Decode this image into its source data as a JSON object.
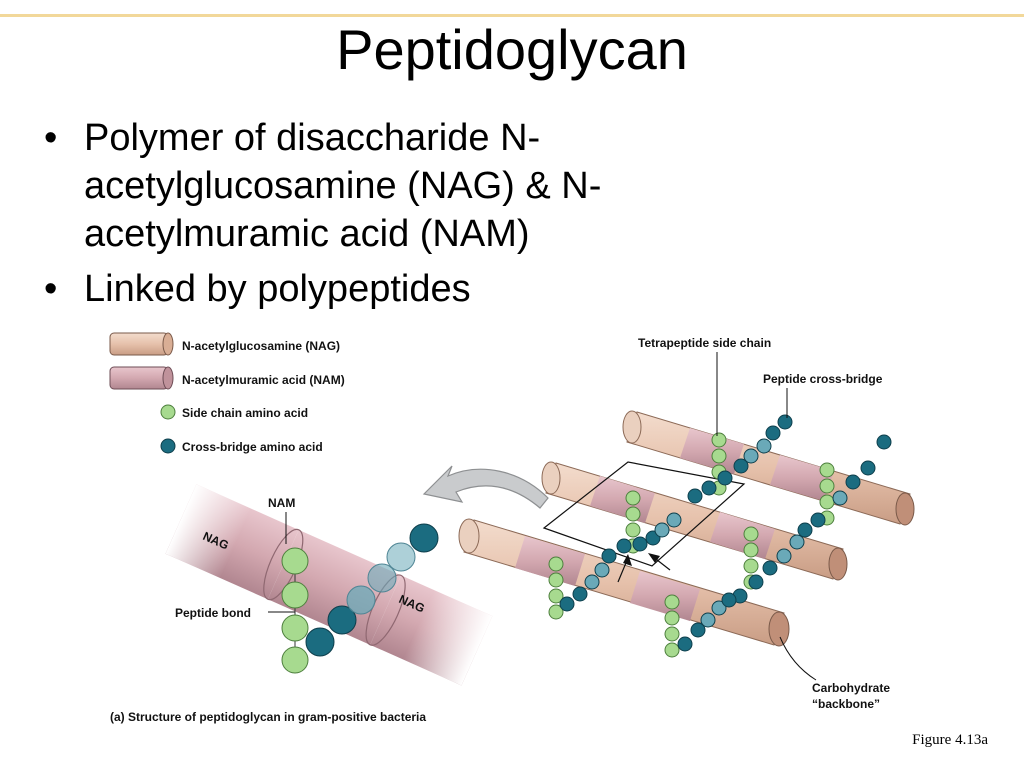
{
  "slide": {
    "title": "Peptidoglycan",
    "bullets": [
      "Polymer of disaccharide N-acetylglucosamine (NAG) & N-acetylmuramic acid (NAM)",
      "Linked by polypeptides"
    ],
    "figure_ref": "Figure 4.13a"
  },
  "figure": {
    "legend": [
      {
        "label": "N-acetylglucosamine (NAG)",
        "icon": "nag-cylinder-icon"
      },
      {
        "label": "N-acetylmuramic acid (NAM)",
        "icon": "nam-cylinder-icon"
      },
      {
        "label": "Side chain amino acid",
        "icon": "side-chain-amino-acid-icon"
      },
      {
        "label": "Cross-bridge amino acid",
        "icon": "cross-bridge-amino-acid-icon"
      }
    ],
    "callouts": {
      "tetrapeptide": "Tetrapeptide side chain",
      "cross_bridge": "Peptide cross-bridge",
      "nam": "NAM",
      "nag_left": "NAG",
      "nag_right": "NAG",
      "peptide_bond": "Peptide bond",
      "carbohydrate_line1": "Carbohydrate",
      "carbohydrate_line2": "“backbone”"
    },
    "caption_tag": "(a)",
    "caption_text": " Structure of peptidoglycan in gram-positive bacteria",
    "colors": {
      "nag": "#e6c1ab",
      "nam": "#d3a8b0",
      "side_chain": "#a7da8f",
      "cross_bridge": "#1b6c80",
      "arrow": "#c9cbcd",
      "accent_line": "#f2d89a"
    }
  }
}
